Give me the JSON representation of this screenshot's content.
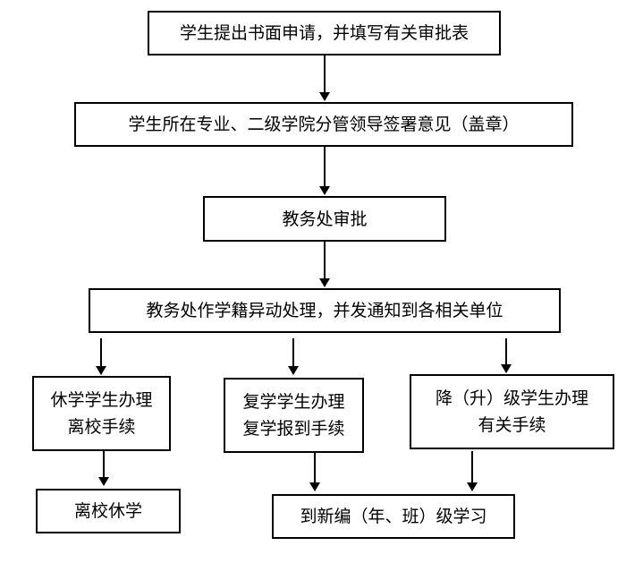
{
  "steps": {
    "apply": "学生提出书面申请，并填写有关审批表",
    "college_sign": "学生所在专业、二级学院分管领导签署意见（盖章）",
    "academic_approval": "教务处审批",
    "status_change": "教务处作学籍异动处理，并发通知到各相关单位"
  },
  "branches": {
    "suspension": {
      "line1": "休学学生办理",
      "line2": "离校手续"
    },
    "resumption": {
      "line1": "复学学生办理",
      "line2": "复学报到手续"
    },
    "grade_change": {
      "line1": "降（升）级学生办理",
      "line2": "有关手续"
    }
  },
  "results": {
    "leave_school": "离校休学",
    "join_new_class": "到新编（年、班）级学习"
  }
}
